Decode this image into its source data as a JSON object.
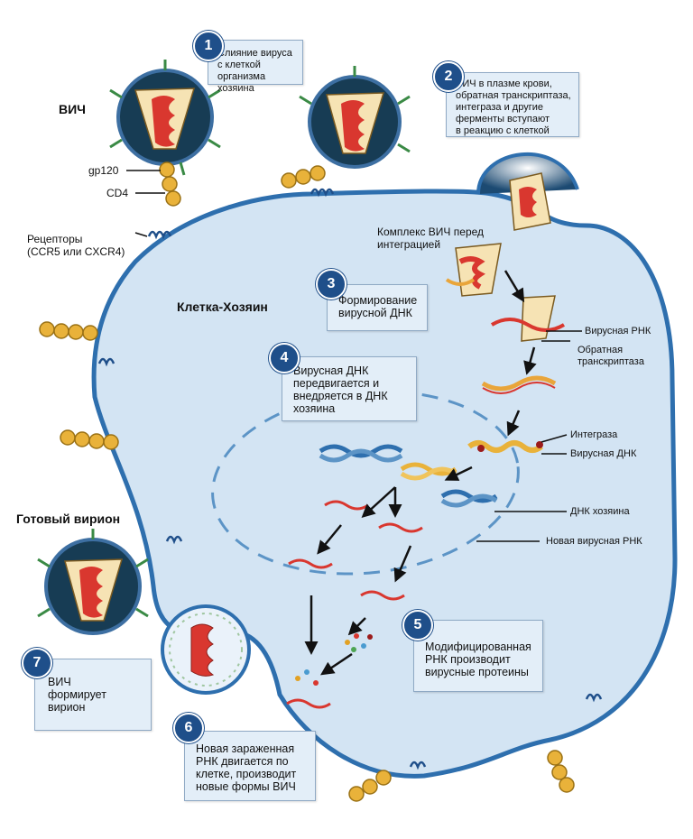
{
  "labels": {
    "hiv": "ВИЧ",
    "gp120": "gp120",
    "cd4": "CD4",
    "receptors_line1": "Рецепторы",
    "receptors_line2": "(CCR5 или CXCR4)",
    "host_cell": "Клетка-Хозяин",
    "ready_virion": "Готовый вирион",
    "complex_line1": "Комплекс ВИЧ перед",
    "complex_line2": "интеграцией",
    "viral_rna": "Вирусная РНК",
    "reverse_transcriptase_line1": "Обратная",
    "reverse_transcriptase_line2": "транскриптаза",
    "integrase": "Интеграза",
    "viral_dna": "Вирусная ДНК",
    "host_dna": "ДНК хозяина",
    "new_viral_rna": "Новая вирусная РНК"
  },
  "steps": [
    {
      "num": "1",
      "lines": [
        "Слияние вируса",
        "с клеткой",
        "организма хозяина"
      ]
    },
    {
      "num": "2",
      "lines": [
        "ВИЧ в плазме крови,",
        "обратная транскриптаза,",
        "интеграза и другие",
        "ферменты вступают",
        "в реакцию с клеткой"
      ]
    },
    {
      "num": "3",
      "lines": [
        "Формирование",
        "вирусной ДНК"
      ]
    },
    {
      "num": "4",
      "lines": [
        "Вирусная ДНК",
        "передвигается и",
        "внедряется в ДНК",
        "хозяина"
      ]
    },
    {
      "num": "5",
      "lines": [
        "Модифицированная",
        "РНК производит",
        "вирусные  протеины"
      ]
    },
    {
      "num": "6",
      "lines": [
        "Новая зараженная",
        "РНК двигается по",
        "клетке, производит",
        "новые формы ВИЧ"
      ]
    },
    {
      "num": "7",
      "lines": [
        "ВИЧ",
        "формирует",
        "вирион"
      ]
    }
  ],
  "colors": {
    "cell_fill": "#d3e4f3",
    "membrane": "#2e6fae",
    "virus_shell": "#173c54",
    "capsid": "#f6e3b4",
    "rna": "#d9372f",
    "cd4": "#e9b23a",
    "spike": "#3a8a45",
    "step_badge": "#1f4f8a",
    "step_box": "#e3eef8"
  }
}
